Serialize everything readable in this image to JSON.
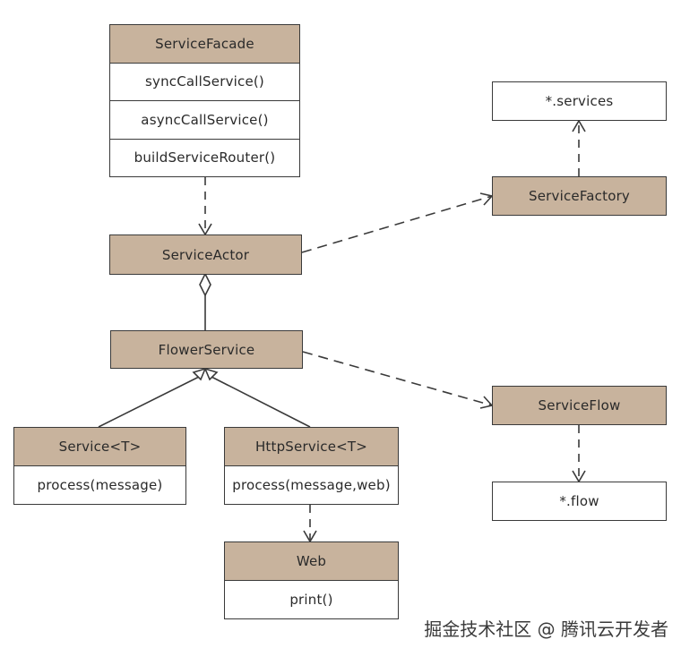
{
  "classes": {
    "service_facade": {
      "name": "ServiceFacade",
      "methods": [
        "syncCallService()",
        "asyncCallService()",
        "buildServiceRouter()"
      ]
    },
    "services_file": {
      "name": "*.services"
    },
    "service_factory": {
      "name": "ServiceFactory"
    },
    "service_actor": {
      "name": "ServiceActor"
    },
    "flower_service": {
      "name": "FlowerService"
    },
    "service_flow": {
      "name": "ServiceFlow"
    },
    "service_t": {
      "name": "Service<T>",
      "methods": [
        "process(message)"
      ]
    },
    "http_service_t": {
      "name": "HttpService<T>",
      "methods": [
        "process(message,web)"
      ]
    },
    "flow_file": {
      "name": "*.flow"
    },
    "web": {
      "name": "Web",
      "methods": [
        "print()"
      ]
    }
  },
  "relations": [
    {
      "from": "ServiceFacade",
      "to": "ServiceActor",
      "type": "dependency"
    },
    {
      "from": "ServiceActor",
      "to": "ServiceFactory",
      "type": "dependency"
    },
    {
      "from": "ServiceFactory",
      "to": "*.services",
      "type": "dependency"
    },
    {
      "from": "ServiceActor",
      "to": "FlowerService",
      "type": "aggregation"
    },
    {
      "from": "FlowerService",
      "to": "ServiceFlow",
      "type": "dependency"
    },
    {
      "from": "ServiceFlow",
      "to": "*.flow",
      "type": "dependency"
    },
    {
      "from": "Service<T>",
      "to": "FlowerService",
      "type": "inheritance"
    },
    {
      "from": "HttpService<T>",
      "to": "FlowerService",
      "type": "inheritance"
    },
    {
      "from": "HttpService<T>",
      "to": "Web",
      "type": "dependency"
    }
  ],
  "watermark": "掘金技术社区 @ 腾讯云开发者",
  "colors": {
    "header_fill": "#c8b39d",
    "stroke": "#3a3a3a",
    "background": "#ffffff"
  }
}
